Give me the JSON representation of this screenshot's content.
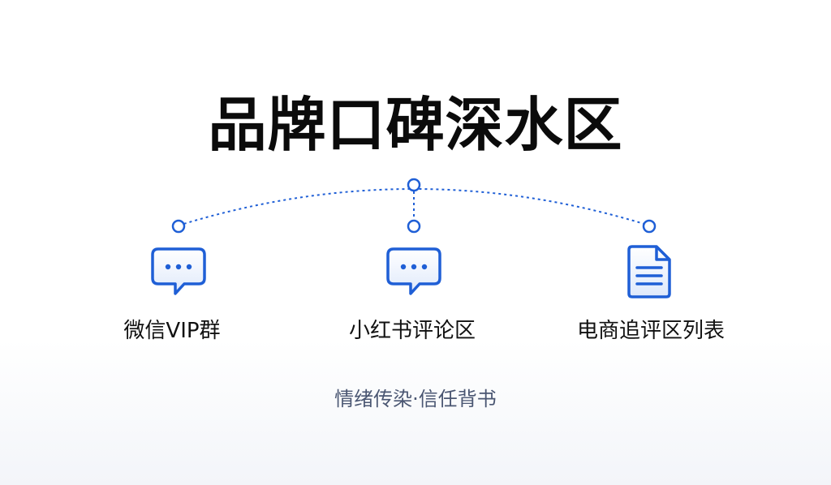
{
  "title": "品牌口碑深水区",
  "channels": [
    {
      "label": "微信VIP群",
      "icon": "chat-bubble-icon"
    },
    {
      "label": "小红书评论区",
      "icon": "chat-bubble-icon"
    },
    {
      "label": "电商追评区列表",
      "icon": "document-icon"
    }
  ],
  "footer": "情绪传染·信任背书",
  "colors": {
    "accent": "#1f5fd6",
    "title": "#0b0b0b",
    "label": "#111111",
    "footer": "#4a5672"
  }
}
